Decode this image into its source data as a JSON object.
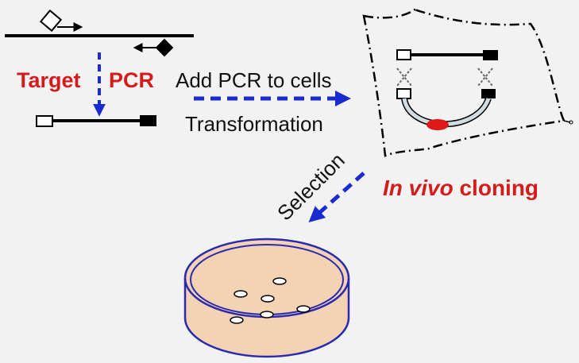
{
  "labels": {
    "target": "Target",
    "pcr": "PCR",
    "add_pcr": "Add PCR to cells",
    "transformation": "Transformation",
    "selection": "Selection",
    "in_vivo": "In vivo",
    "cloning": "cloning"
  },
  "colors": {
    "background": "#f2f2f2",
    "accent_red": "#d41c1c",
    "arrow_blue": "#1a2bd1",
    "plate_fill": "#f3d3b3",
    "plate_rim": "#2a2ab0",
    "vector_fill": "#cfdde2"
  }
}
